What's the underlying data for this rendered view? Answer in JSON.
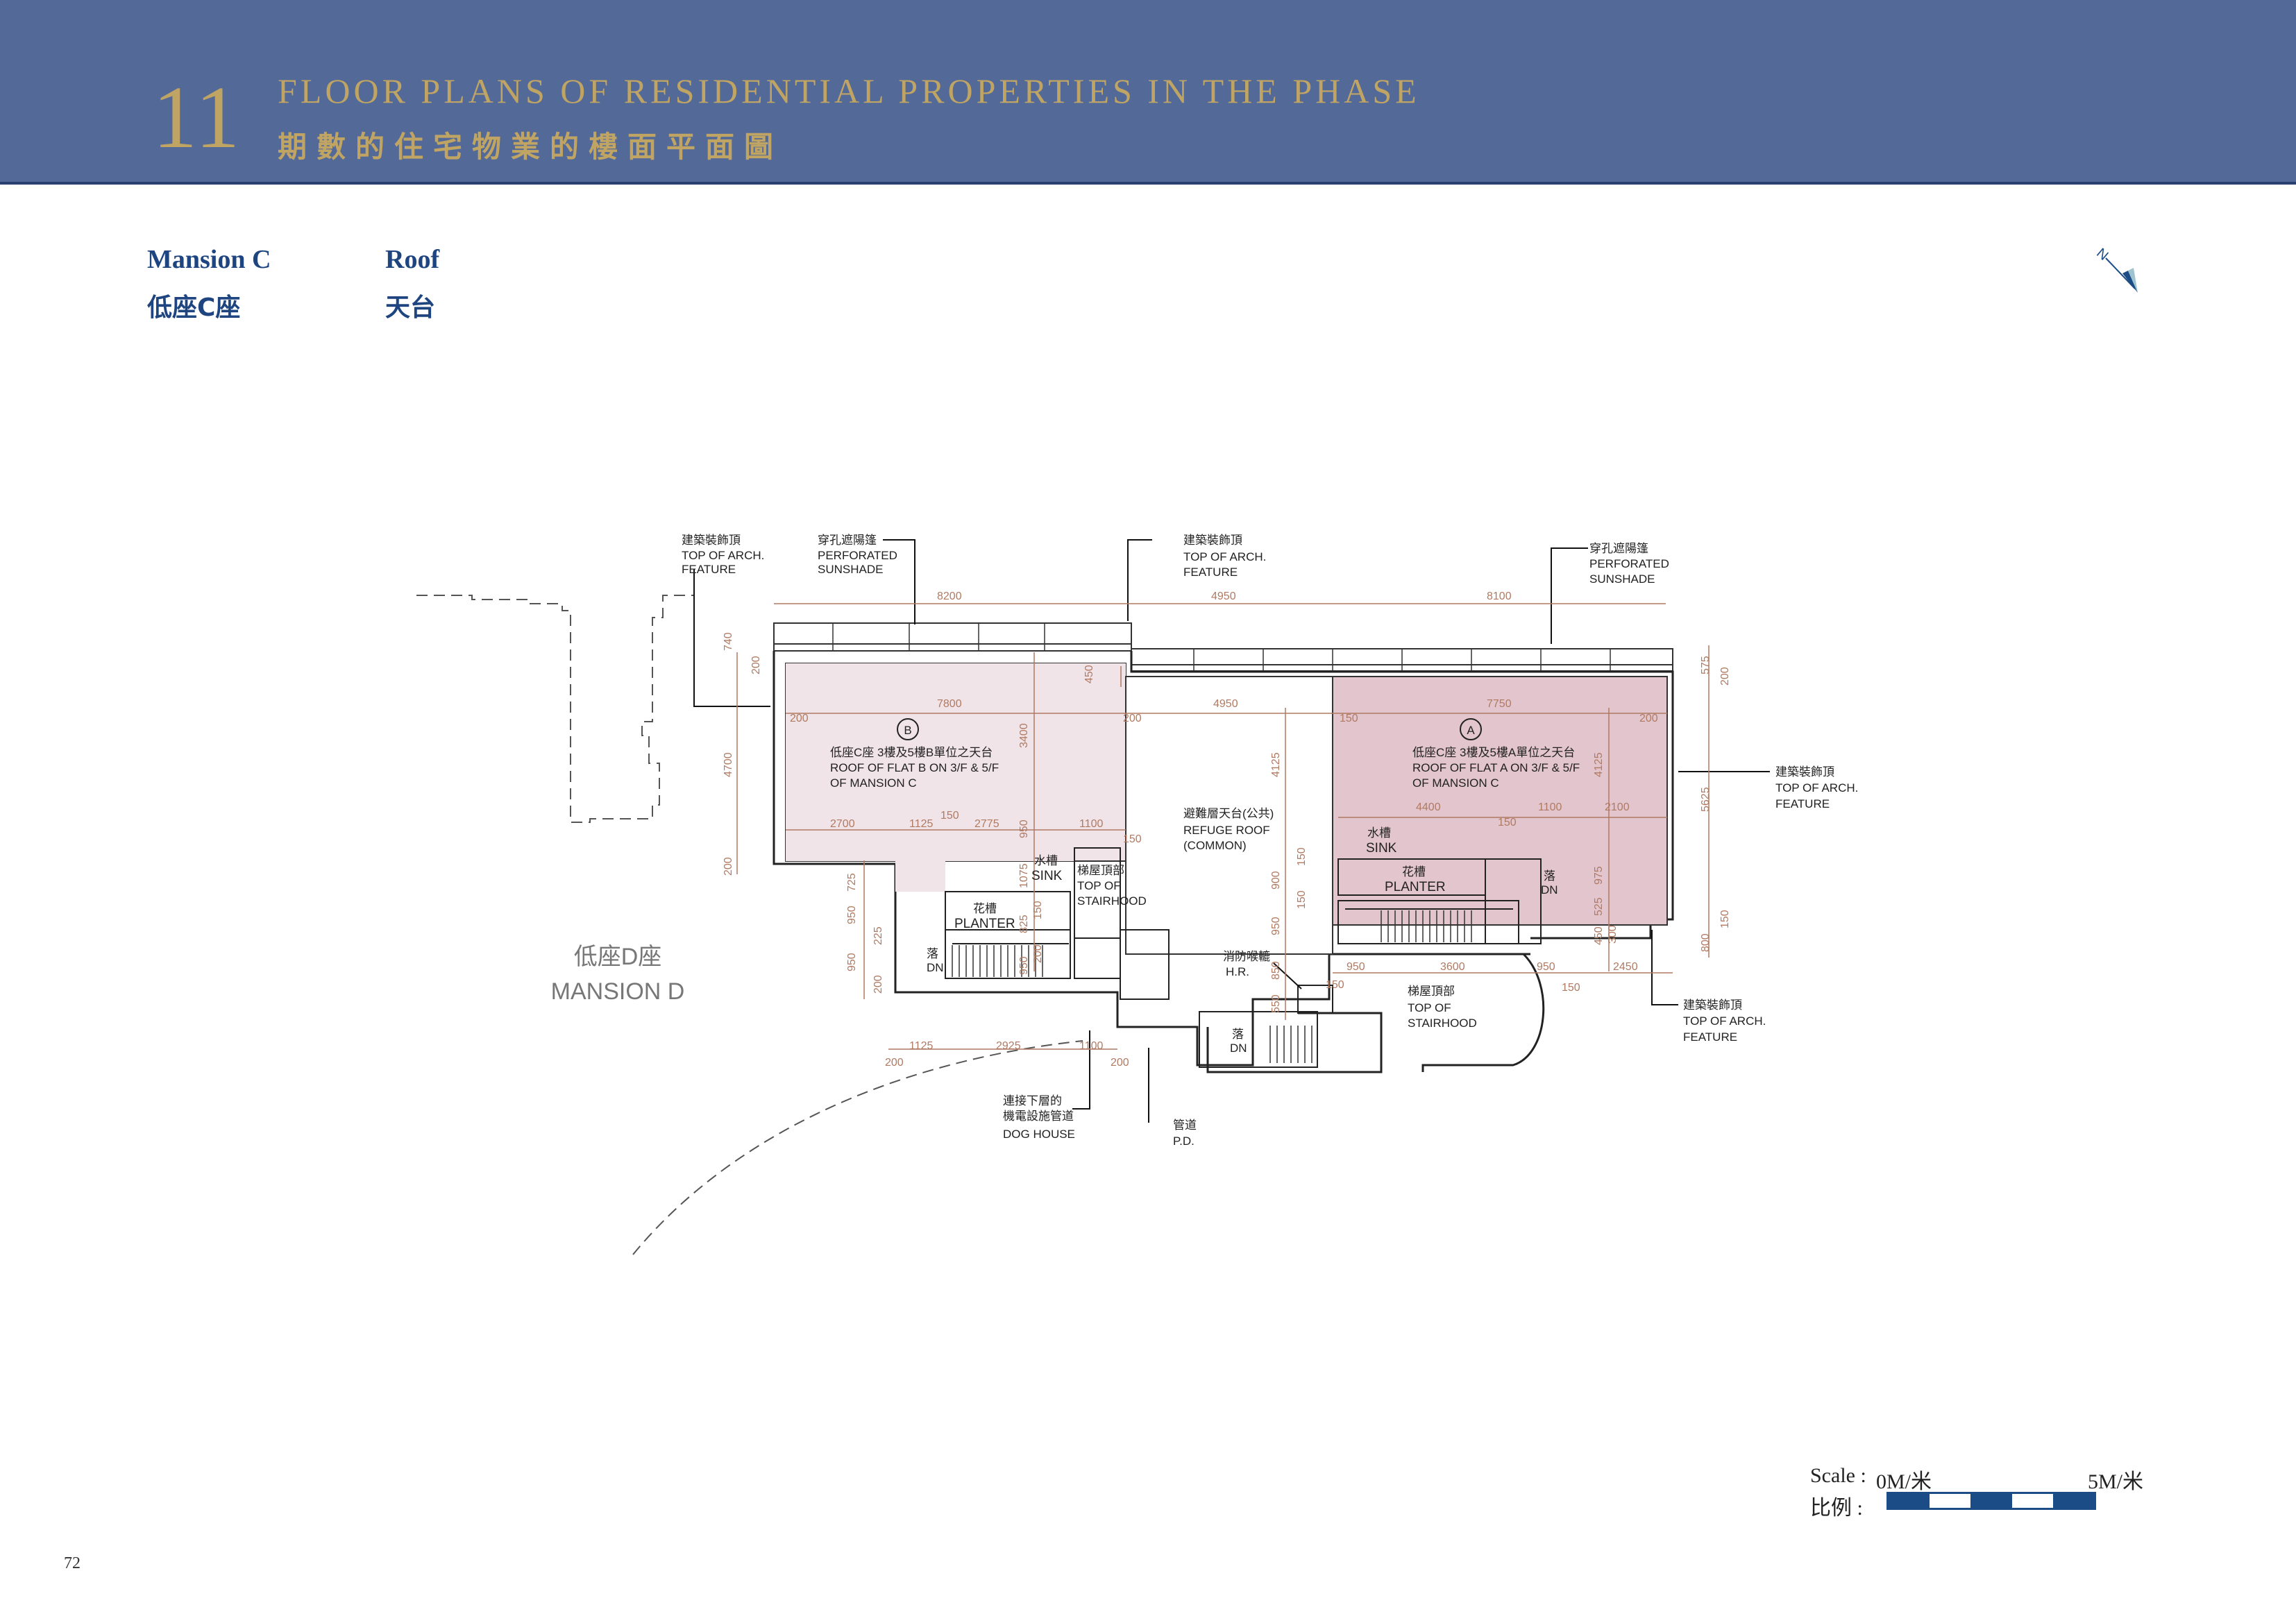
{
  "header": {
    "section_number": "11",
    "title_en": "FLOOR PLANS OF RESIDENTIAL PROPERTIES IN THE PHASE",
    "title_zh": "期數的住宅物業的樓面平面圖"
  },
  "subheader": {
    "building_en": "Mansion C",
    "building_zh": "低座C座",
    "floor_en": "Roof",
    "floor_zh": "天台"
  },
  "page_number": "72",
  "scale": {
    "label_en": "Scale :",
    "label_zh": "比例 :",
    "start": "0M/米",
    "end": "5M/米",
    "bar_colors": [
      "#1c4c86",
      "#ffffff",
      "#1c4c86",
      "#ffffff",
      "#1c4c86"
    ]
  },
  "colors": {
    "header_bg": "#536a98",
    "gold": "#c0a463",
    "navy": "#1e4580",
    "flat_b_fill": "#f1e4e8",
    "flat_a_fill": "#e2c5cd",
    "dimension": "#b07a62"
  },
  "icons": {
    "north_arrow": "north-arrow-icon"
  },
  "plan": {
    "callouts": {
      "arch_feature_1": {
        "zh": "建築裝飾頂",
        "en1": "TOP  OF ARCH.",
        "en2": "FEATURE"
      },
      "sunshade_1": {
        "zh": "穿孔遮陽篷",
        "en1": "PERFORATED",
        "en2": "SUNSHADE"
      },
      "arch_feature_2": {
        "zh": "建築裝飾頂",
        "en1": "TOP  OF ARCH.",
        "en2": "FEATURE"
      },
      "sunshade_2": {
        "zh": "穿孔遮陽篷",
        "en1": "PERFORATED",
        "en2": "SUNSHADE"
      },
      "arch_feature_3": {
        "zh": "建築裝飾頂",
        "en1": "TOP  OF ARCH.",
        "en2": "FEATURE"
      },
      "arch_feature_4": {
        "zh": "建築裝飾頂",
        "en1": "TOP  OF ARCH.",
        "en2": "FEATURE"
      },
      "dog_house": {
        "zh1": "連接下層的",
        "zh2": "機電設施管道",
        "en": "DOG HOUSE"
      },
      "pipe_duct": {
        "zh": "管道",
        "en": "P.D."
      },
      "hose_reel": {
        "zh": "消防喉轆",
        "en": "H.R."
      }
    },
    "flat_b": {
      "marker": "B",
      "zh": "低座C座 3樓及5樓B單位之天台",
      "en1": "ROOF OF FLAT B ON 3/F & 5/F",
      "en2": "OF MANSION C"
    },
    "flat_a": {
      "marker": "A",
      "zh": "低座C座 3樓及5樓A單位之天台",
      "en1": "ROOF OF FLAT A ON 3/F & 5/F",
      "en2": "OF MANSION C"
    },
    "refuge": {
      "zh": "避難層天台(公共)",
      "en1": "REFUGE ROOF",
      "en2": "(COMMON)"
    },
    "rooms": {
      "sink_zh": "水槽",
      "sink_en": "SINK",
      "planter_zh": "花槽",
      "planter_en": "PLANTER",
      "stair_zh": "梯屋頂部",
      "stair_en1": "TOP OF",
      "stair_en2": "STAIRHOOD",
      "stair_b_en": "STAIRHOOD",
      "down_zh": "落",
      "down_en": "DN"
    },
    "mansion_d": {
      "zh": "低座D座",
      "en": "MANSION D"
    },
    "dims": {
      "d8200": "8200",
      "d4950a": "4950",
      "d8100": "8100",
      "d7800": "7800",
      "d4950b": "4950",
      "d7750": "7750",
      "d200a": "200",
      "d200b": "200",
      "d150a": "150",
      "d200c": "200",
      "d2700": "2700",
      "d1125a": "1125",
      "d150b": "150",
      "d2775": "2775",
      "d1100a": "1100",
      "d4400": "4400",
      "d1100b": "1100",
      "d2100": "2100",
      "d150c": "150",
      "d150d": "150",
      "d950a": "950",
      "d3600": "3600",
      "d950b": "950",
      "d2450": "2450",
      "d150e": "150",
      "d150f": "150",
      "d1125b": "1125",
      "d2925": "2925",
      "d1100c": "1100",
      "d200d": "200",
      "d200e": "200",
      "v740": "740",
      "v200a": "200",
      "v4700": "4700",
      "v200b": "200",
      "v725": "725",
      "v950a": "950",
      "v225": "225",
      "v950b": "950",
      "v200c": "200",
      "v450": "450",
      "v3400": "3400",
      "v950c": "950",
      "v1075": "1075",
      "v825": "825",
      "v150a": "150",
      "v950d": "950",
      "v200d": "200",
      "v4125a": "4125",
      "v150b": "150",
      "v900": "900",
      "v150c": "150",
      "v950e": "950",
      "v850": "850",
      "v550": "550",
      "v4125b": "4125",
      "v975": "975",
      "v525": "525",
      "v450b": "450",
      "v300": "300",
      "v575": "575",
      "v200e": "200",
      "v5625": "5625",
      "v800": "800",
      "v150d": "150"
    }
  }
}
